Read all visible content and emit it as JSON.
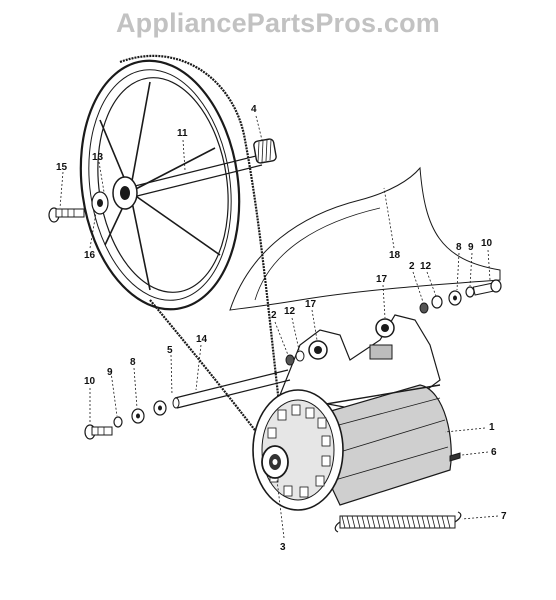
{
  "watermark": "AppliancePartsPros.com",
  "callouts": [
    {
      "id": "c4",
      "text": "4"
    },
    {
      "id": "c11",
      "text": "11"
    },
    {
      "id": "c15",
      "text": "15"
    },
    {
      "id": "c13",
      "text": "13"
    },
    {
      "id": "c16",
      "text": "16"
    },
    {
      "id": "c18",
      "text": "18"
    },
    {
      "id": "c8a",
      "text": "8"
    },
    {
      "id": "c9a",
      "text": "9"
    },
    {
      "id": "c10a",
      "text": "10"
    },
    {
      "id": "c2a",
      "text": "2"
    },
    {
      "id": "c12a",
      "text": "12"
    },
    {
      "id": "c17a",
      "text": "17"
    },
    {
      "id": "c2b",
      "text": "2"
    },
    {
      "id": "c12b",
      "text": "12"
    },
    {
      "id": "c17b",
      "text": "17"
    },
    {
      "id": "c14",
      "text": "14"
    },
    {
      "id": "c5",
      "text": "5"
    },
    {
      "id": "c8b",
      "text": "8"
    },
    {
      "id": "c9b",
      "text": "9"
    },
    {
      "id": "c10b",
      "text": "10"
    },
    {
      "id": "c1",
      "text": "1"
    },
    {
      "id": "c6",
      "text": "6"
    },
    {
      "id": "c7",
      "text": "7"
    },
    {
      "id": "c3",
      "text": "3"
    }
  ]
}
